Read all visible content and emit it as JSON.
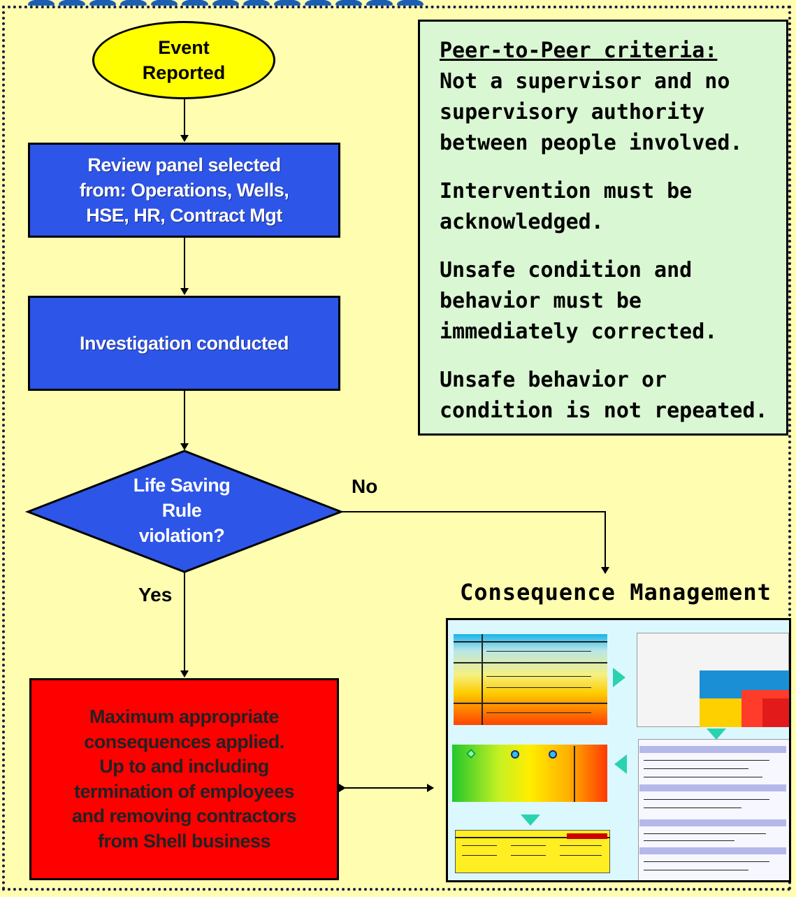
{
  "flowchart": {
    "start": [
      "Event",
      "Reported"
    ],
    "step1": [
      "Review panel selected",
      "from: Operations, Wells,",
      "HSE, HR, Contract Mgt"
    ],
    "step2": "Investigation conducted",
    "decision": [
      "Life Saving",
      "Rule",
      "violation?"
    ],
    "yes_label": "Yes",
    "no_label": "No",
    "outcome": [
      "Maximum appropriate",
      "consequences applied.",
      "Up to and including",
      "termination of employees",
      "and removing contractors",
      "from Shell business"
    ]
  },
  "criteria": {
    "heading": "Peer-to-Peer criteria:",
    "items": [
      "Not a supervisor and no supervisory authority between people involved.",
      "Intervention must be acknowledged.",
      "Unsafe condition and behavior must be immediately corrected.",
      "Unsafe behavior or condition is not repeated."
    ]
  },
  "consequence": {
    "title": "Consequence Management"
  },
  "colors": {
    "background": "#fffdb0",
    "process_box": "#2d55e8",
    "start_ellipse": "#ffff00",
    "outcome_box": "#ff0000",
    "criteria_panel": "#d9f7d2"
  }
}
